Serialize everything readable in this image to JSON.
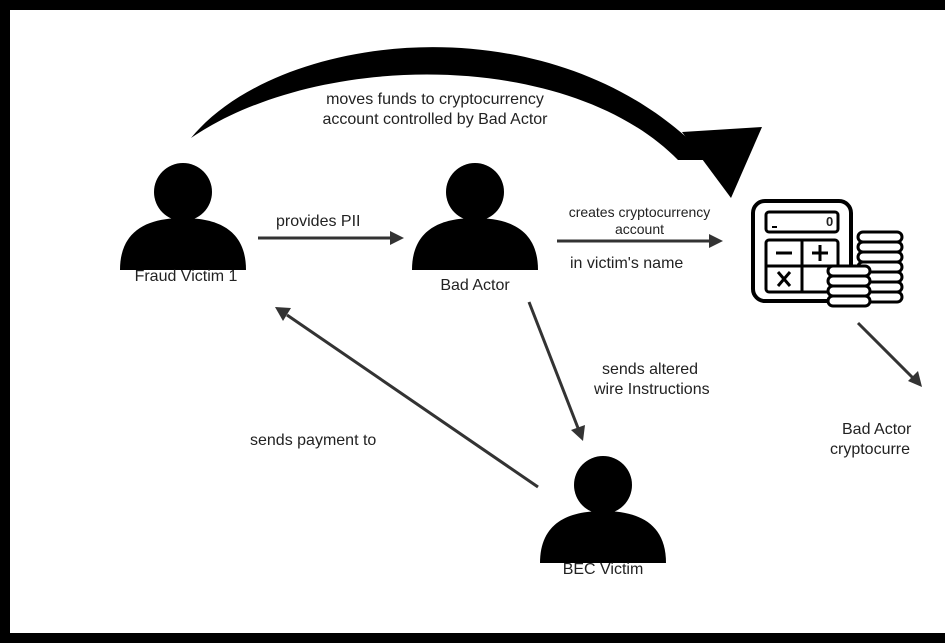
{
  "diagram": {
    "colors": {
      "background": "#ffffff",
      "frame": "#000000",
      "ink": "#000000",
      "text": "#222222"
    },
    "nodes": {
      "fraud_victim": {
        "label": "Fraud Victim 1",
        "icon": "person-icon"
      },
      "bad_actor": {
        "label": "Bad Actor",
        "icon": "person-icon"
      },
      "bec_victim": {
        "label": "BEC Victim",
        "icon": "person-icon"
      },
      "crypto_account": {
        "icon": "calculator-coins-icon",
        "calculator_display": "0"
      },
      "bad_actor_crypto": {
        "line1": "Bad Actor",
        "line2": "cryptocurre"
      }
    },
    "edges": {
      "moves_funds": {
        "line1": "moves funds to cryptocurrency",
        "line2": "account controlled by Bad Actor"
      },
      "provides_pii": {
        "label": "provides PII"
      },
      "creates_account": {
        "line1": "creates cryptocurrency",
        "line2": "account",
        "line3": "in victim's name"
      },
      "sends_altered": {
        "line1": "sends altered",
        "line2": "wire Instructions"
      },
      "sends_payment": {
        "label": "sends payment to"
      }
    }
  }
}
